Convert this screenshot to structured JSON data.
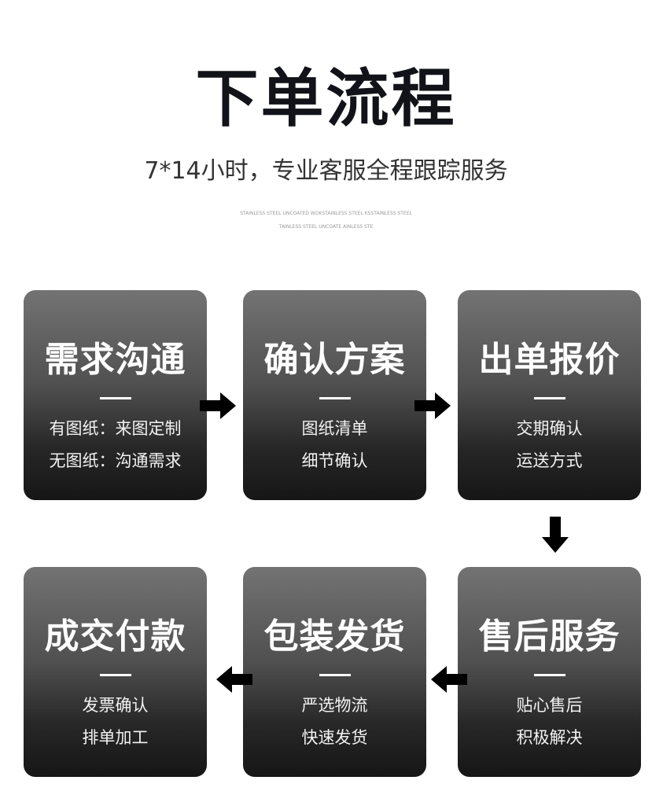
{
  "header": {
    "title": "下单流程",
    "subtitle": "7*14小时，专业客服全程跟踪服务",
    "tiny_line_1": "STAINLESS STEEL UNCOATED WOKSTAINLESS STEEL KSSTAINLESS STEEL",
    "tiny_line_2": "TAINLESS STEEL UNCOATE AINLESS STE"
  },
  "steps": [
    {
      "title": "需求沟通",
      "dash": "—",
      "line1": "有图纸：来图定制",
      "line2": "无图纸：沟通需求"
    },
    {
      "title": "确认方案",
      "dash": "—",
      "line1": "图纸清单",
      "line2": "细节确认"
    },
    {
      "title": "出单报价",
      "dash": "—",
      "line1": "交期确认",
      "line2": "运送方式"
    },
    {
      "title": "售后服务",
      "dash": "—",
      "line1": "贴心售后",
      "line2": "积极解决"
    },
    {
      "title": "包装发货",
      "dash": "—",
      "line1": "严选物流",
      "line2": "快速发货"
    },
    {
      "title": "成交付款",
      "dash": "—",
      "line1": "发票确认",
      "line2": "排单加工"
    }
  ],
  "arrows": [
    {
      "icon": "arrow-right-icon"
    },
    {
      "icon": "arrow-right-icon"
    },
    {
      "icon": "arrow-down-icon"
    },
    {
      "icon": "arrow-left-icon"
    },
    {
      "icon": "arrow-left-icon"
    }
  ],
  "colors": {
    "title": "#111318",
    "card_top": "#737373",
    "card_bottom": "#161616",
    "arrow": "#000000"
  }
}
